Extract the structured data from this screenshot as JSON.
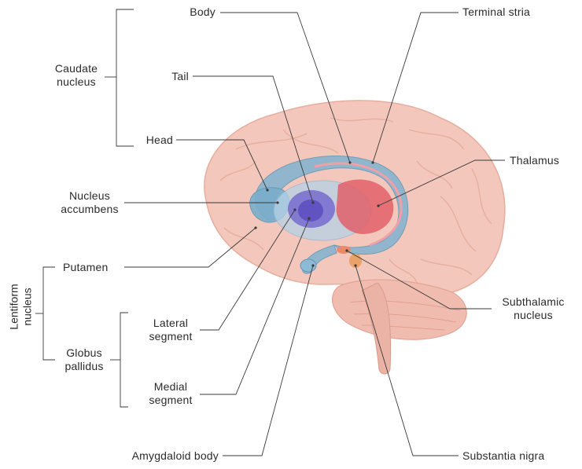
{
  "labels": {
    "body": "Body",
    "terminal_stria": "Terminal stria",
    "caudate_nucleus_1": "Caudate",
    "caudate_nucleus_2": "nucleus",
    "tail": "Tail",
    "head": "Head",
    "thalamus": "Thalamus",
    "nucleus_accumbens_1": "Nucleus",
    "nucleus_accumbens_2": "accumbens",
    "putamen": "Putamen",
    "lentiform_nucleus_1": "Lentiform",
    "lentiform_nucleus_2": "nucleus",
    "subthalamic_nucleus_1": "Subthalamic",
    "subthalamic_nucleus_2": "nucleus",
    "lateral_segment_1": "Lateral",
    "lateral_segment_2": "segment",
    "globus_pallidus_1": "Globus",
    "globus_pallidus_2": "pallidus",
    "medial_segment_1": "Medial",
    "medial_segment_2": "segment",
    "amygdaloid_body": "Amygdaloid body",
    "substantia_nigra": "Substantia nigra"
  },
  "colors": {
    "cortex": "#f3c7bb",
    "cortex_shadow": "#e4a898",
    "cerebellum": "#f0bcaf",
    "caudate": "#7fb3cf",
    "putamen": "#8fb8d6",
    "globus_pallidus": "#7b6fcf",
    "thalamus": "#e2606a",
    "subthalamic": "#e98b6a",
    "substantia_nigra": "#e9a36a",
    "leader_line": "#3a3a3a"
  }
}
